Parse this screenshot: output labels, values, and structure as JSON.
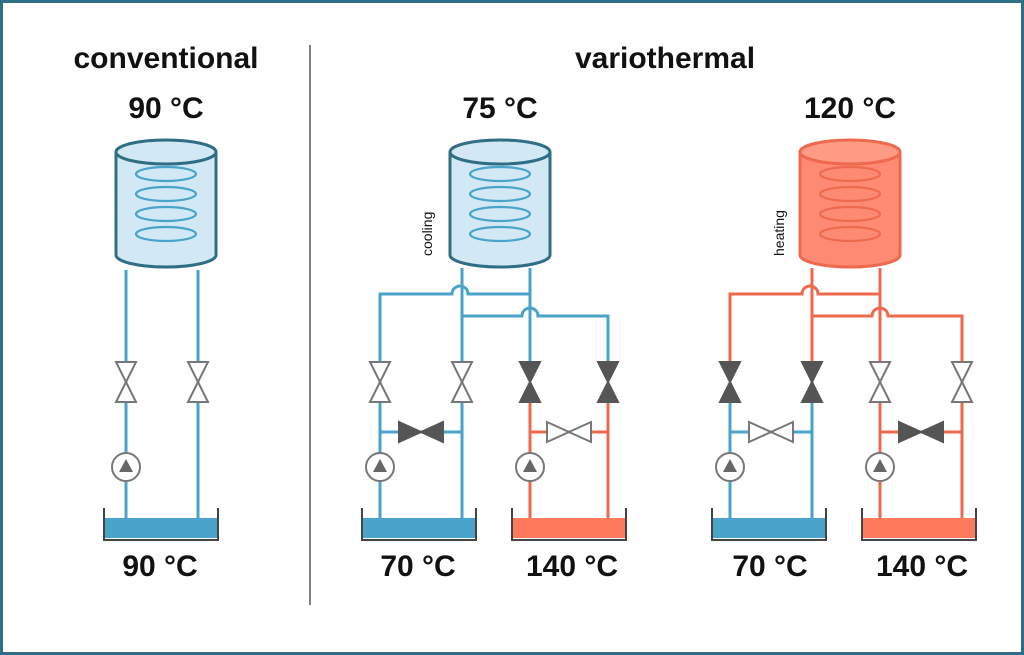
{
  "titles": {
    "conventional": "conventional",
    "variothermal": "variothermal"
  },
  "conventional": {
    "tank_temp": "90  °C",
    "basin_temp": "90  °C"
  },
  "cooling_unit": {
    "tank_temp": "75  °C",
    "side_label": "cooling",
    "basin_left_temp": "70  °C",
    "basin_right_temp": "140  °C"
  },
  "heating_unit": {
    "tank_temp": "120  °C",
    "side_label": "heating",
    "basin_left_temp": "70  °C",
    "basin_right_temp": "140  °C"
  },
  "colors": {
    "frame": "#2f6e84",
    "cold_line": "#4aa3c9",
    "cold_fill": "#d2e9f5",
    "cold_water": "#4aa3c9",
    "hot_line": "#ee6a4f",
    "hot_fill": "#ff8a73",
    "hot_water": "#ff7a5c",
    "valve_gray": "#7a7a7a",
    "valve_dark": "#555555"
  }
}
